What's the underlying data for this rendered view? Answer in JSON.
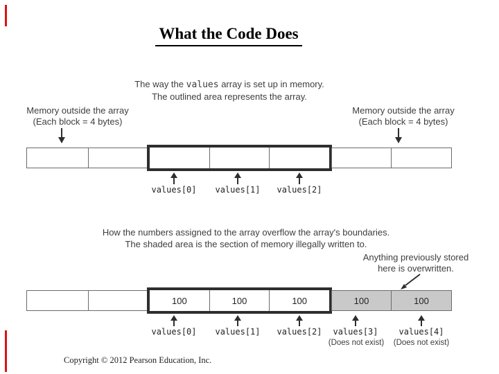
{
  "slide": {
    "title": "What the Code Does",
    "copyright": "Copyright © 2012 Pearson Education, Inc."
  },
  "colors": {
    "accent_red": "#dd1111",
    "text": "#3d3d3d",
    "block_border": "#6a6a6a",
    "array_outline": "#2e2e2e",
    "shaded_fill": "#c9c9c9"
  },
  "icons": {
    "down_arrow_icon": "↓",
    "up_arrow_icon": "↑",
    "diagonal_arrow_icon": "↙"
  },
  "figure1": {
    "caption": {
      "line1_pre": "The way the ",
      "code_word": "values",
      "line1_post": " array is set up in memory.",
      "line2": "The outlined area represents the array."
    },
    "left_note": {
      "line1": "Memory outside the array",
      "line2": "(Each block = 4 bytes)"
    },
    "right_note": {
      "line1": "Memory outside the array",
      "line2": "(Each block = 4 bytes)"
    },
    "labels": [
      "values[0]",
      "values[1]",
      "values[2]"
    ]
  },
  "figure2": {
    "caption": {
      "line1": "How the numbers assigned to the array overflow the array's boundaries.",
      "line2": "The shaded area is the section of memory illegally written to."
    },
    "overwrite_note": {
      "line1": "Anything previously stored",
      "line2": "here is overwritten."
    },
    "cell_values": [
      "100",
      "100",
      "100",
      "100",
      "100"
    ],
    "labels": [
      "values[0]",
      "values[1]",
      "values[2]",
      "values[3]",
      "values[4]"
    ],
    "not_exist_label": "(Does not exist)"
  }
}
